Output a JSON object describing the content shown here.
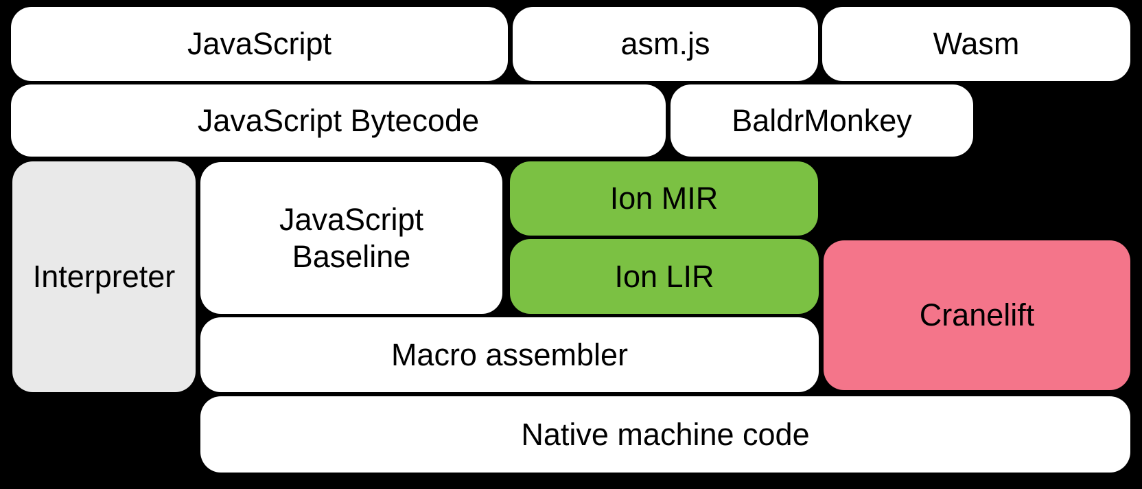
{
  "diagram": {
    "nodes": {
      "javascript": {
        "label": "JavaScript"
      },
      "asm_js": {
        "label": "asm.js"
      },
      "wasm": {
        "label": "Wasm"
      },
      "javascript_bytecode": {
        "label": "JavaScript Bytecode"
      },
      "baldrmonkey": {
        "label": "BaldrMonkey"
      },
      "interpreter": {
        "label": "Interpreter"
      },
      "javascript_baseline": {
        "label": "JavaScript\nBaseline"
      },
      "ion_mir": {
        "label": "Ion MIR"
      },
      "ion_lir": {
        "label": "Ion LIR"
      },
      "cranelift": {
        "label": "Cranelift"
      },
      "macro_assembler": {
        "label": "Macro assembler"
      },
      "native_machine_code": {
        "label": "Native machine code"
      }
    },
    "colors": {
      "background": "#000000",
      "box_default": "#FFFFFF",
      "box_interpreter": "#E9E9E9",
      "box_ion": "#7BC143",
      "box_cranelift": "#F4758A",
      "text": "#000000"
    }
  }
}
